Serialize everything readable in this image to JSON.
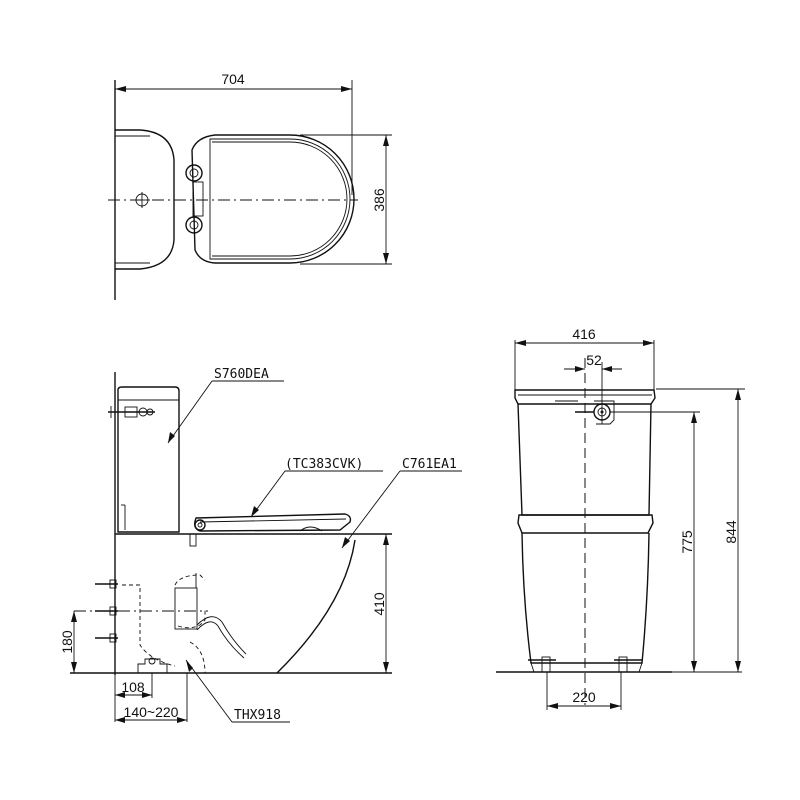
{
  "diagram": {
    "type": "technical drawing",
    "background": "#ffffff",
    "line_color": "#111111",
    "views": {
      "top": {
        "dimensions": {
          "width": "704",
          "depth": "386"
        }
      },
      "side": {
        "parts": {
          "tank": "S760DEA",
          "seat": "(TC383CVK)",
          "bowl": "C761EA1",
          "fitting": "THX918"
        },
        "dimensions": {
          "bowl_height": "410",
          "inlet_height": "180",
          "flange_offset": "108",
          "rough_in": "140~220"
        }
      },
      "front": {
        "dimensions": {
          "width": "416",
          "lever_offset": "52",
          "lever_height": "775",
          "total_height": "844",
          "foot_spacing": "220"
        }
      }
    }
  }
}
